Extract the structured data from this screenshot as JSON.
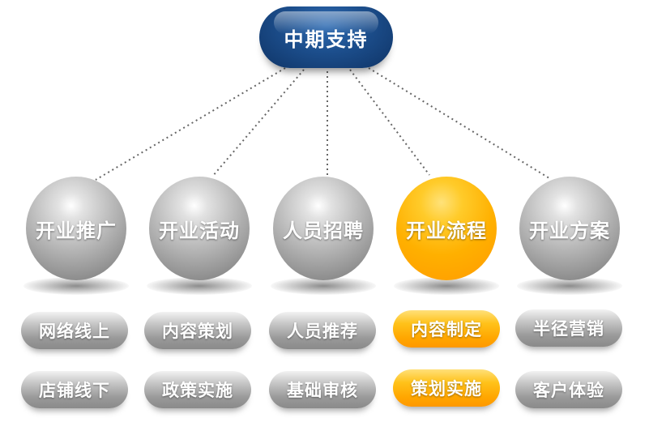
{
  "root": {
    "label": "中期支持"
  },
  "branches": [
    {
      "label": "开业推广",
      "color": "#9a9a9a",
      "items": [
        "网络线上",
        "店铺线下"
      ]
    },
    {
      "label": "开业活动",
      "color": "#9a9a9a",
      "items": [
        "内容策划",
        "政策实施"
      ]
    },
    {
      "label": "人员招聘",
      "color": "#9a9a9a",
      "items": [
        "人员推荐",
        "基础审核"
      ]
    },
    {
      "label": "开业流程",
      "color": "#ffa800",
      "items": [
        "内容制定",
        "策划实施"
      ]
    },
    {
      "label": "开业方案",
      "color": "#9a9a9a",
      "items": [
        "半径营销",
        "客户体验"
      ]
    }
  ],
  "colors": {
    "root": "#1c4e8c",
    "highlight": "#ffa800",
    "neutral": "#9a9a9a",
    "connector": "#666666"
  }
}
